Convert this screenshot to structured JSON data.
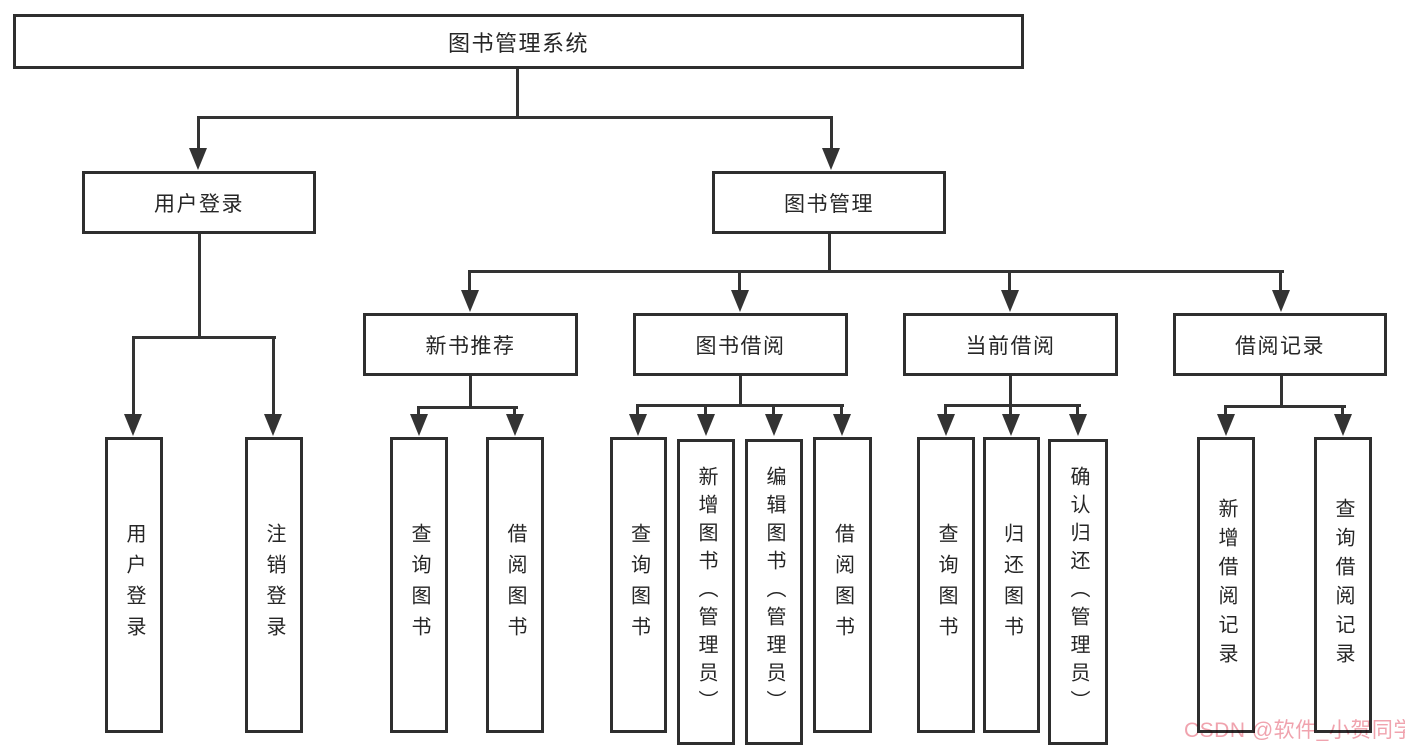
{
  "watermark": {
    "text": "CSDN @软件_小贺同学"
  },
  "colors": {
    "background": "#ffffff",
    "box_border": "#2e2e2e",
    "line": "#333333",
    "text": "#262626",
    "watermark": "#f0a3ae"
  },
  "tree": {
    "label": "图书管理系统",
    "children": [
      {
        "label": "用户登录",
        "children": [
          {
            "label": "用户登录"
          },
          {
            "label": "注销登录"
          }
        ]
      },
      {
        "label": "图书管理",
        "children": [
          {
            "label": "新书推荐",
            "children": [
              {
                "label": "查询图书"
              },
              {
                "label": "借阅图书"
              }
            ]
          },
          {
            "label": "图书借阅",
            "children": [
              {
                "label": "查询图书"
              },
              {
                "label": "新增图书（管理员）"
              },
              {
                "label": "编辑图书（管理员）"
              },
              {
                "label": "借阅图书"
              }
            ]
          },
          {
            "label": "当前借阅",
            "children": [
              {
                "label": "查询图书"
              },
              {
                "label": "归还图书"
              },
              {
                "label": "确认归还（管理员）"
              }
            ]
          },
          {
            "label": "借阅记录",
            "children": [
              {
                "label": "新增借阅记录"
              },
              {
                "label": "查询借阅记录"
              }
            ]
          }
        ]
      }
    ]
  }
}
